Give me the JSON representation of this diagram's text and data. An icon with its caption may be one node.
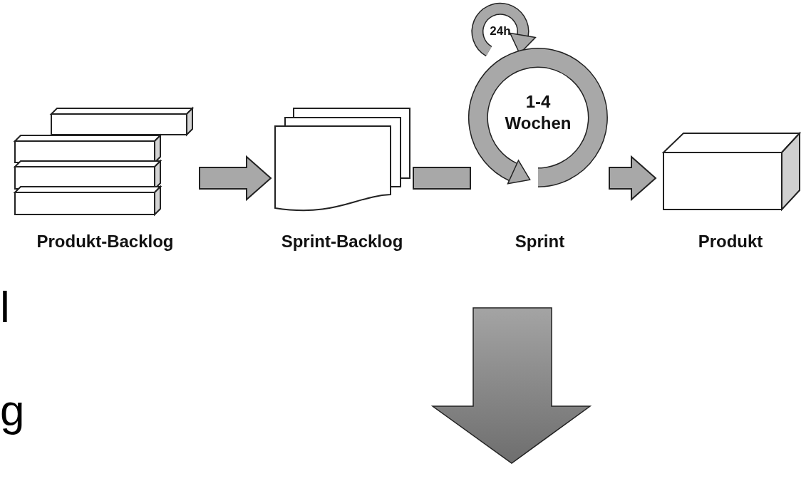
{
  "diagram": {
    "nodes": [
      {
        "text": [
          "Produkt-Backlog"
        ]
      },
      {
        "text": [
          "Sprint-Backlog"
        ]
      },
      {
        "text": [
          "24h",
          "1-4 Wochen",
          "Sprint"
        ]
      },
      {
        "text": [
          "Produkt"
        ]
      }
    ],
    "edges": [
      {
        "from": 0,
        "to": 1,
        "arrow": "to"
      },
      {
        "from": 1,
        "to": 2,
        "arrow": "none"
      },
      {
        "from": 2,
        "to": 3,
        "arrow": "to"
      }
    ],
    "labels": [
      "l",
      "g"
    ]
  }
}
